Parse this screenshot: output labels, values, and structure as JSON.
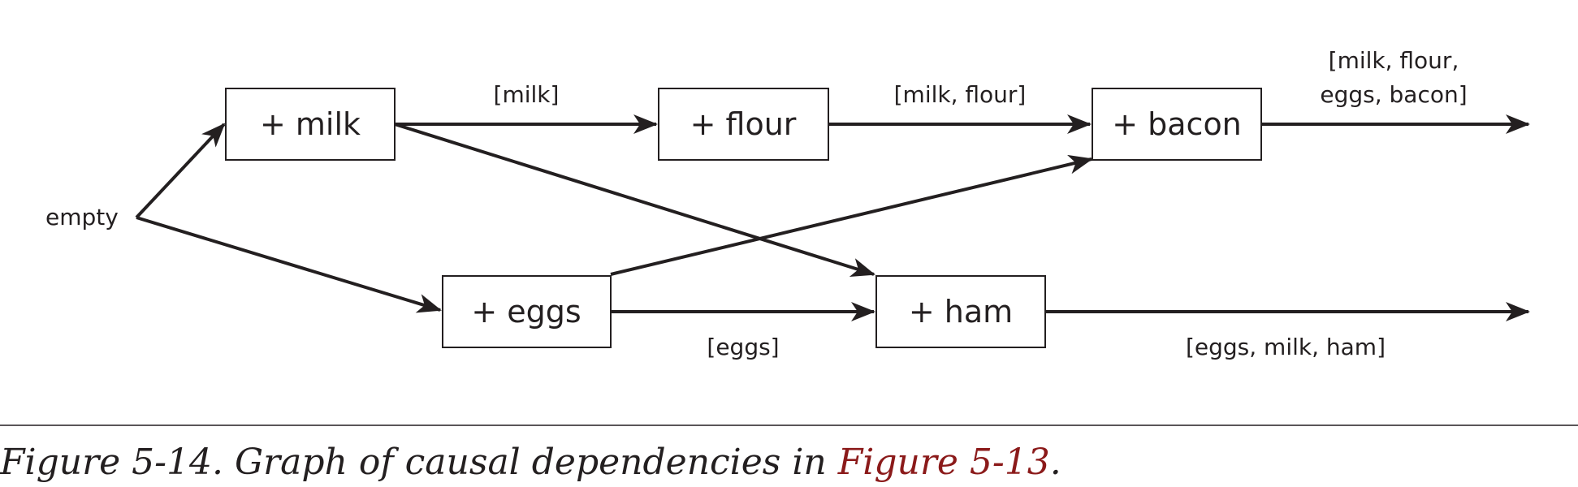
{
  "diagram": {
    "start_label": "empty",
    "nodes": {
      "milk": "+ milk",
      "flour": "+ flour",
      "bacon": "+ bacon",
      "eggs": "+ eggs",
      "ham": "+ ham"
    },
    "edge_labels": {
      "milk_to_flour": "[milk]",
      "flour_to_bacon": "[milk, flour]",
      "bacon_out_line1": "[milk, flour,",
      "bacon_out_line2": "eggs, bacon]",
      "eggs_to_ham": "[eggs]",
      "ham_out": "[eggs, milk, ham]"
    }
  },
  "caption": {
    "prefix": "Figure 5-14. Graph of causal dependencies in ",
    "link": "Figure 5-13",
    "suffix": "."
  },
  "colors": {
    "ink": "#231f20",
    "link": "#8b1a1a"
  }
}
